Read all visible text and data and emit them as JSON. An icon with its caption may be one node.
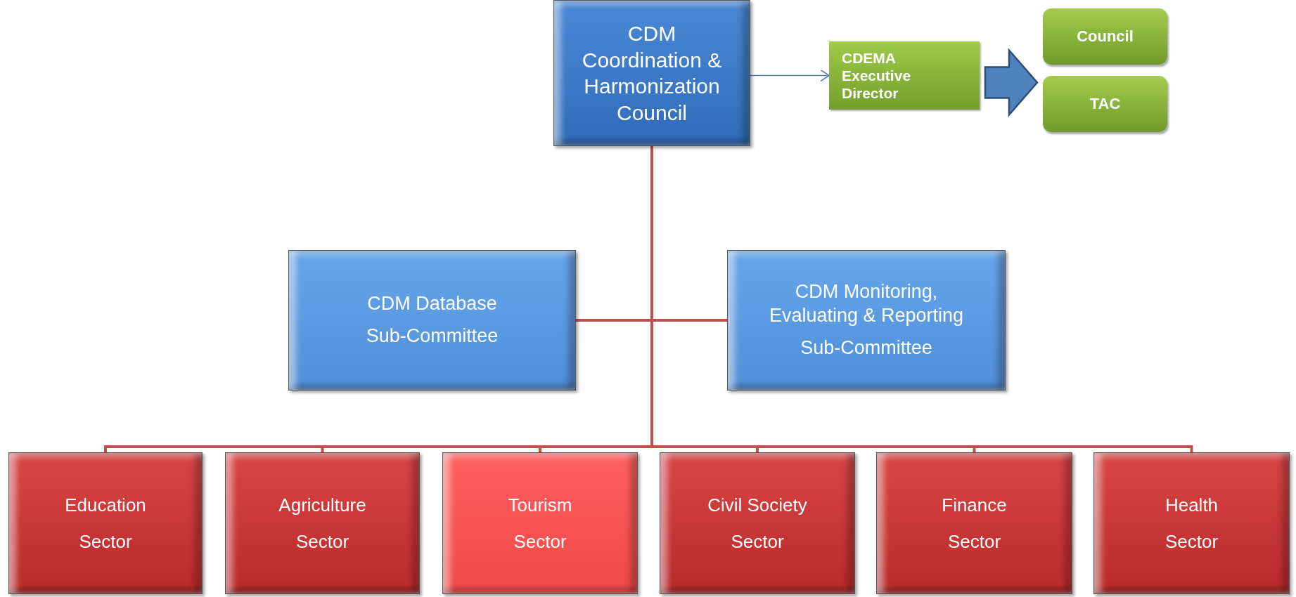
{
  "diagram": {
    "nodes": [
      {
        "text": [
          "CDM Coordination & Harmonization Council"
        ]
      },
      {
        "text": [
          "CDEMA Executive Director"
        ]
      },
      {
        "text": [
          "Council"
        ]
      },
      {
        "text": [
          "TAC"
        ]
      },
      {
        "text": [
          "CDM Database",
          "Sub-Committee"
        ]
      },
      {
        "text": [
          "CDM Monitoring, Evaluating & Reporting",
          "Sub-Committee"
        ]
      },
      {
        "text": [
          "Education Sector"
        ]
      },
      {
        "text": [
          "Agriculture Sector"
        ]
      },
      {
        "text": [
          "Tourism Sector"
        ]
      },
      {
        "text": [
          "Civil Society Sector"
        ]
      },
      {
        "text": [
          "Finance Sector"
        ]
      },
      {
        "text": [
          "Health Sector"
        ]
      }
    ],
    "edges": [
      {
        "from": 0,
        "to": 1,
        "arrow": "to",
        "color": "#4f81bd"
      },
      {
        "from": 1,
        "to": 2,
        "arrow": "to",
        "style": "thick",
        "color": "#4f81bd"
      },
      {
        "from": 1,
        "to": 3,
        "arrow": "to",
        "style": "thick",
        "color": "#4f81bd"
      },
      {
        "from": 0,
        "to": 4,
        "arrow": "none"
      },
      {
        "from": 0,
        "to": 5,
        "arrow": "none"
      },
      {
        "from": 0,
        "to": 6,
        "arrow": "none"
      },
      {
        "from": 0,
        "to": 7,
        "arrow": "none"
      },
      {
        "from": 0,
        "to": 8,
        "arrow": "none"
      },
      {
        "from": 0,
        "to": 9,
        "arrow": "none"
      },
      {
        "from": 0,
        "to": 10,
        "arrow": "none"
      },
      {
        "from": 0,
        "to": 11,
        "arrow": "none"
      }
    ]
  }
}
